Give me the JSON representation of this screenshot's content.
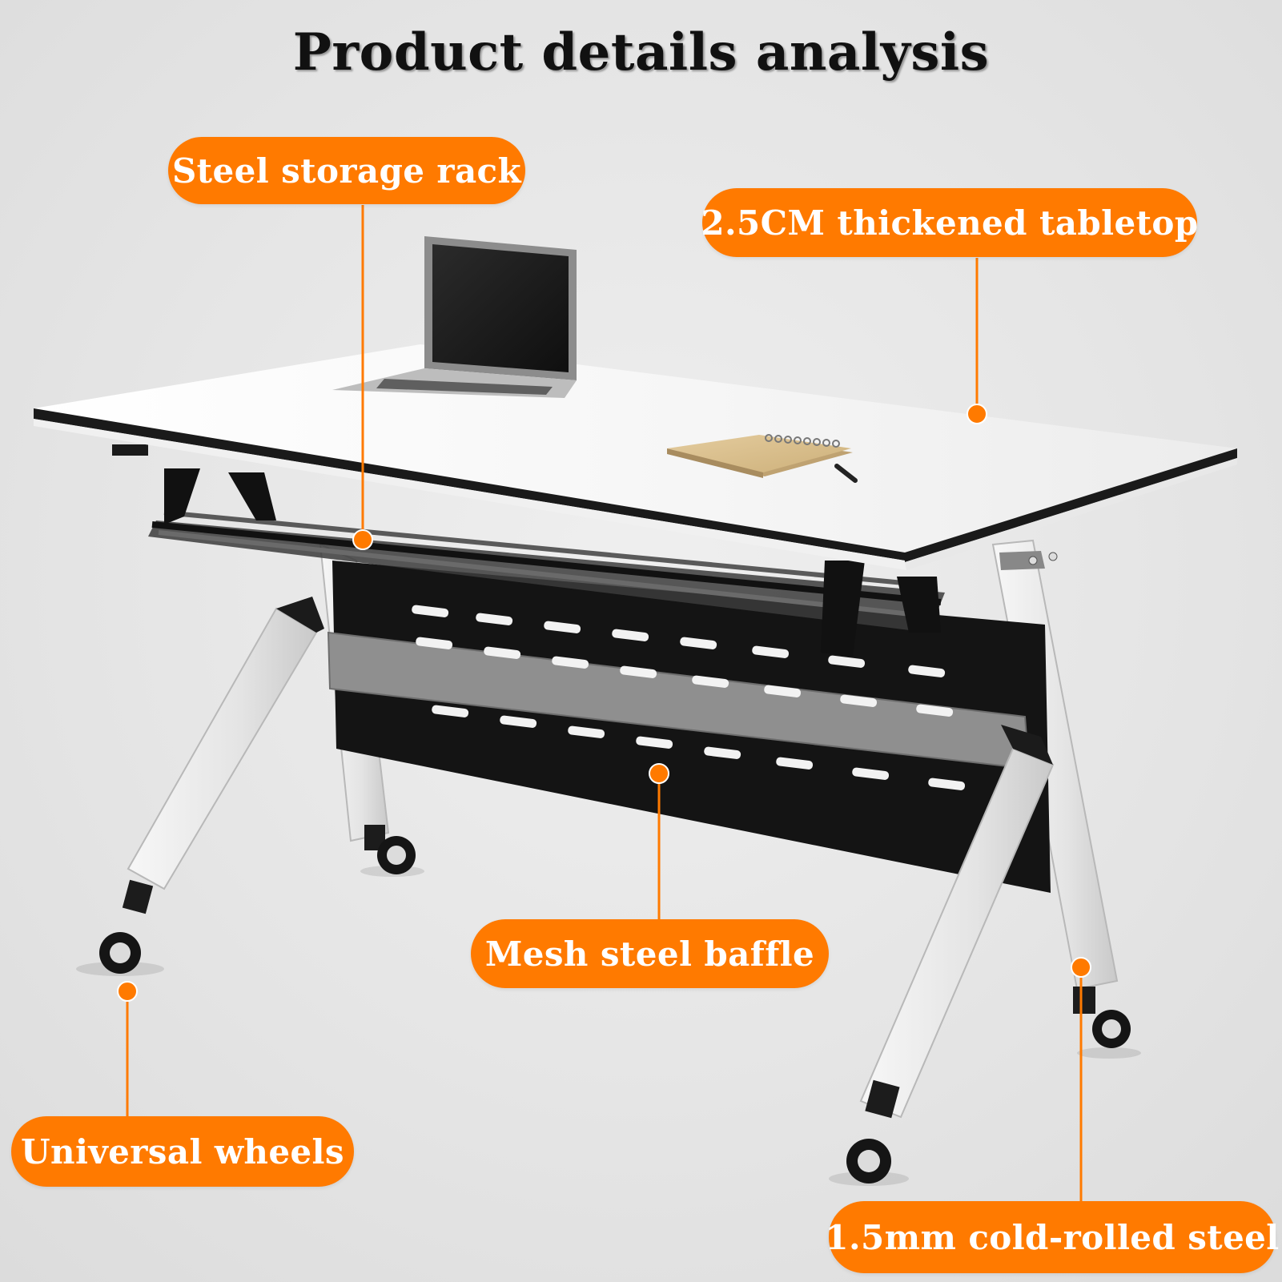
{
  "page": {
    "title": "Product details analysis"
  },
  "theme": {
    "accent": "#ff7a00",
    "background": "#e6e6e6"
  },
  "callouts": [
    {
      "id": "storage",
      "label": "Steel storage rack"
    },
    {
      "id": "tabletop",
      "label": "2.5CM thickened tabletop"
    },
    {
      "id": "baffle",
      "label": "Mesh steel baffle"
    },
    {
      "id": "wheels",
      "label": "Universal wheels"
    },
    {
      "id": "steel",
      "label": "1.5mm cold-rolled steel"
    }
  ],
  "icons": {
    "laptop": "laptop-icon",
    "notebook": "notebook-icon",
    "pen": "pen-icon"
  }
}
